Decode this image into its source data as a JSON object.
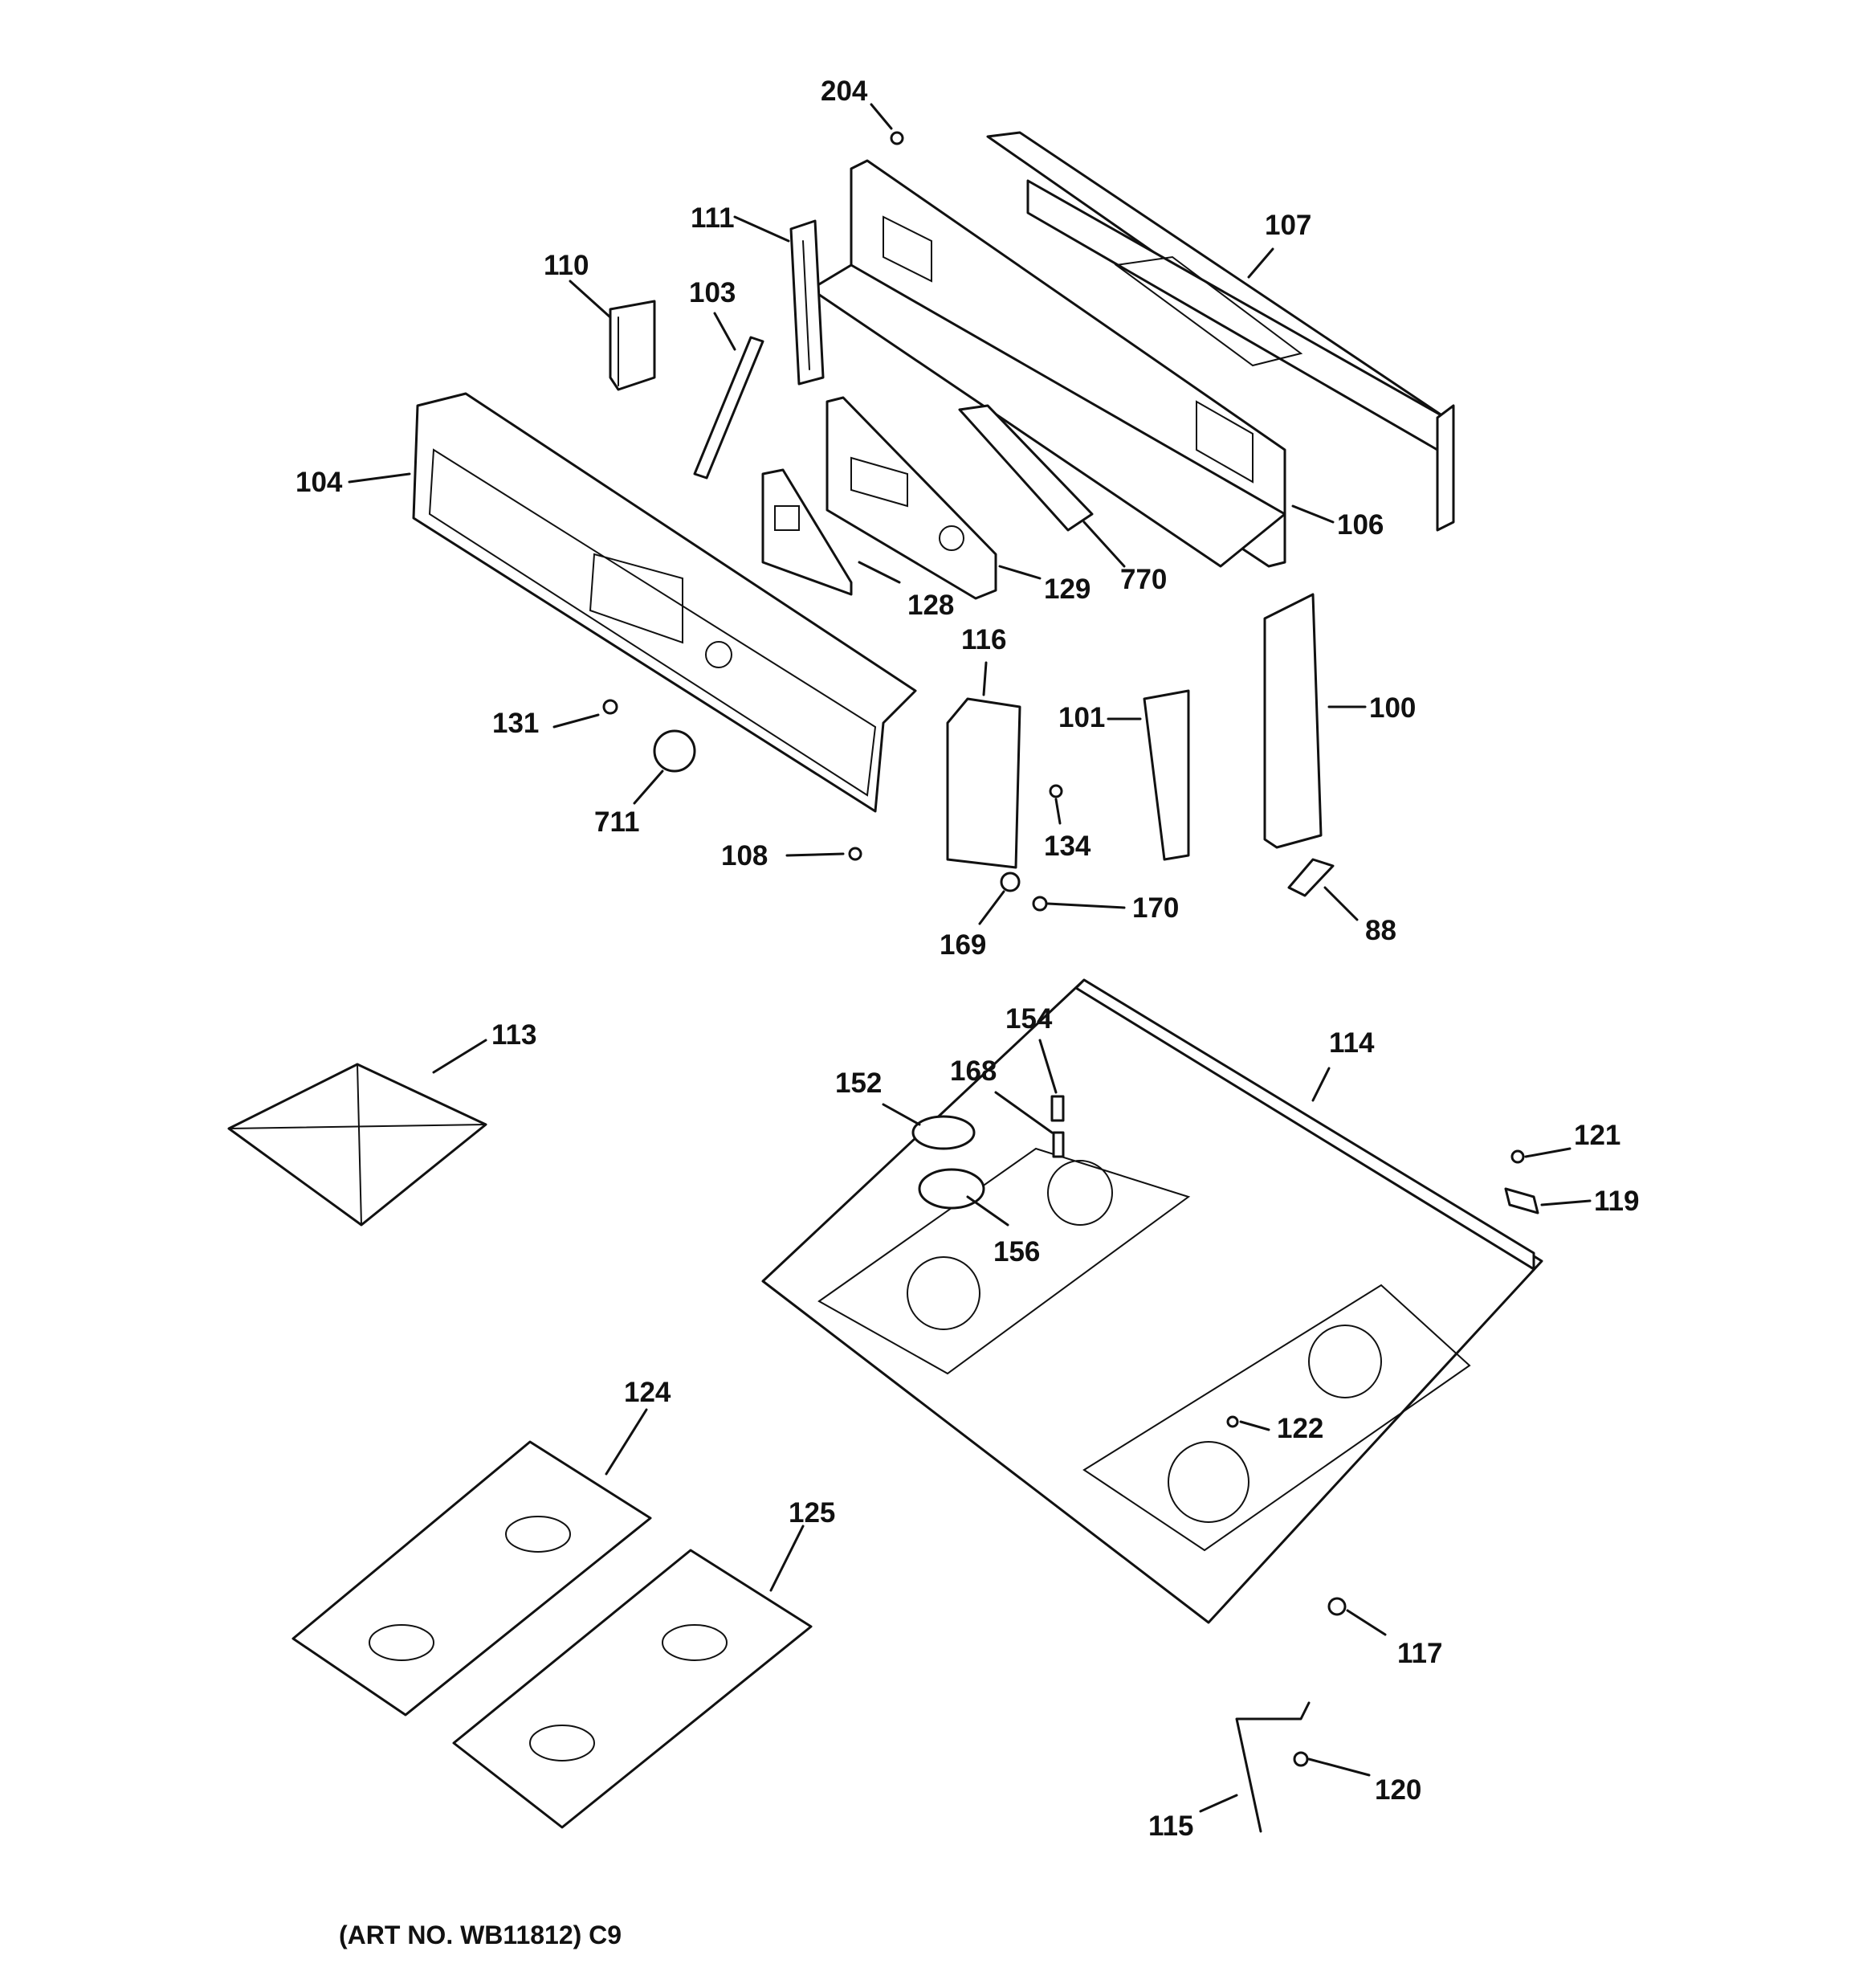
{
  "callouts": {
    "c204": "204",
    "c111": "111",
    "c110": "110",
    "c103": "103",
    "c107": "107",
    "c104": "104",
    "c106": "106",
    "c128": "128",
    "c129": "129",
    "c770": "770",
    "c116": "116",
    "c131": "131",
    "c711": "711",
    "c101": "101",
    "c100": "100",
    "c134": "134",
    "c108": "108",
    "c170": "170",
    "c169": "169",
    "c88": "88",
    "c113": "113",
    "c154": "154",
    "c114": "114",
    "c152": "152",
    "c168": "168",
    "c121": "121",
    "c119": "119",
    "c156": "156",
    "c124": "124",
    "c122": "122",
    "c125": "125",
    "c117": "117",
    "c120": "120",
    "c115": "115"
  },
  "art_number": "(ART NO. WB11812) C9"
}
